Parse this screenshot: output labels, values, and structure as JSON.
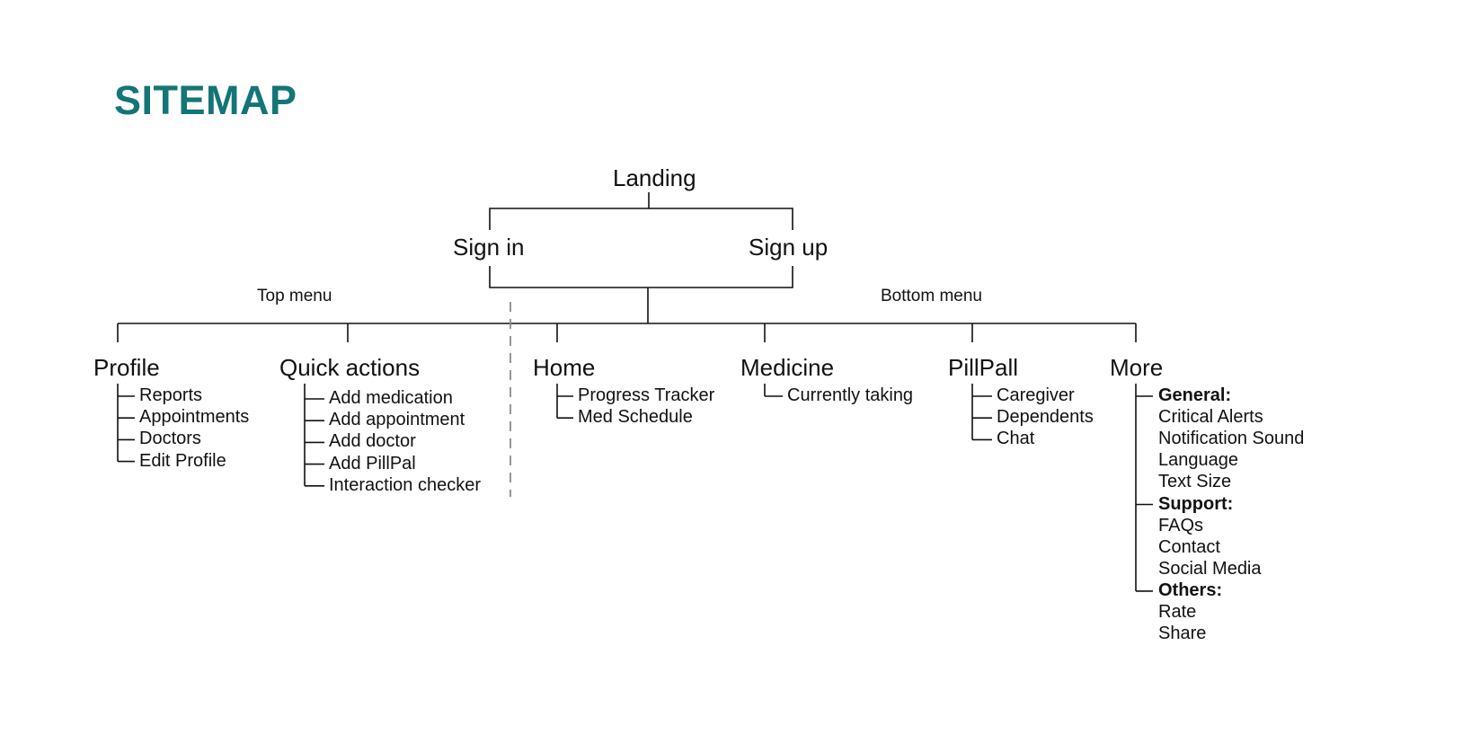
{
  "title": "SITEMAP",
  "landing": "Landing",
  "sign_in": "Sign in",
  "sign_up": "Sign up",
  "top_menu": "Top menu",
  "bottom_menu": "Bottom menu",
  "sections": {
    "profile": {
      "label": "Profile",
      "items": [
        "Reports",
        "Appointments",
        "Doctors",
        "Edit Profile"
      ]
    },
    "quick_actions": {
      "label": "Quick actions",
      "items": [
        "Add medication",
        "Add appointment",
        "Add doctor",
        "Add PillPal",
        "Interaction checker"
      ]
    },
    "home": {
      "label": "Home",
      "items": [
        "Progress Tracker",
        "Med Schedule"
      ]
    },
    "medicine": {
      "label": "Medicine",
      "items": [
        "Currently taking"
      ]
    },
    "pillpall": {
      "label": "PillPall",
      "items": [
        "Caregiver",
        "Dependents",
        "Chat"
      ]
    },
    "more": {
      "label": "More",
      "groups": [
        {
          "heading": "General:",
          "items": [
            "Critical Alerts",
            "Notification Sound",
            "Language",
            "Text Size"
          ]
        },
        {
          "heading": "Support:",
          "items": [
            "FAQs",
            "Contact",
            "Social Media"
          ]
        },
        {
          "heading": "Others:",
          "items": [
            "Rate",
            "Share"
          ]
        }
      ]
    }
  }
}
